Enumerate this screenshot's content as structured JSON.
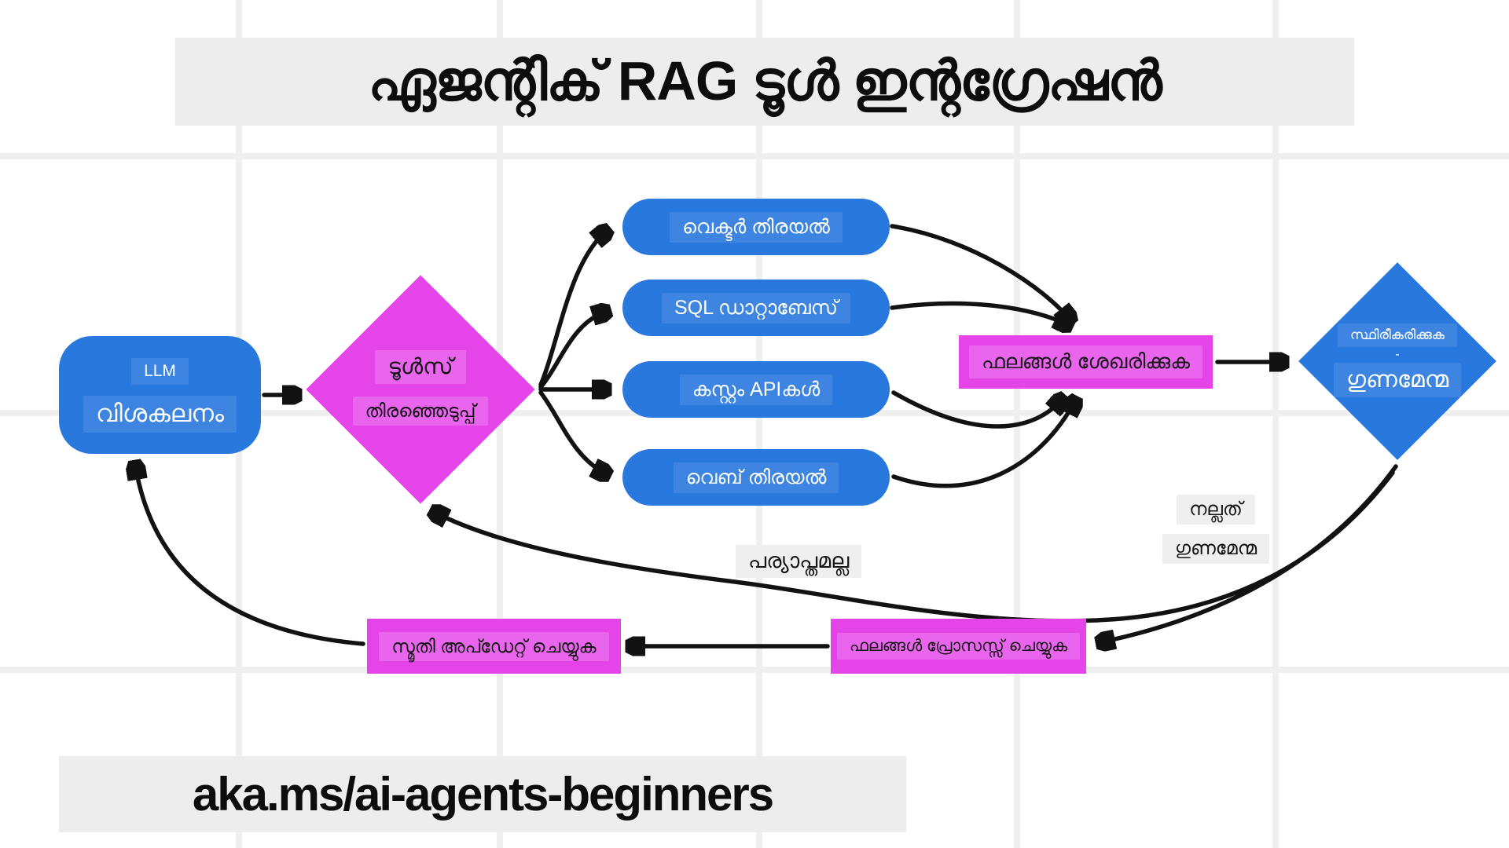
{
  "title": {
    "text": "ഏജന്റിക് RAG ടൂൾ ഇന്റഗ്രേഷൻ"
  },
  "footer": {
    "text": "aka.ms/ai-agents-beginners"
  },
  "colors": {
    "node_blue": "#2878DD",
    "node_magenta": "#E544E9",
    "banner_bg": "#EDEDED",
    "grid_line": "#EFEFEF",
    "label_chip_bg": "#EFEFEF",
    "arrow": "#121212",
    "text_on_blue": "#FFFFFF",
    "text_on_magenta": "#161616"
  },
  "nodes": {
    "llm": {
      "title": "LLM",
      "subtitle": "വിശകലനം"
    },
    "tool_selection": {
      "title": "ടൂൾസ്",
      "subtitle": "തിരഞ്ഞെടുപ്പ്"
    },
    "vector_search": {
      "label": "വെക്ടർ തിരയൽ"
    },
    "sql_database": {
      "label": "SQL ഡാറ്റാബേസ്"
    },
    "custom_apis": {
      "label": "കസ്റ്റം APIകൾ"
    },
    "web_search": {
      "label": "വെബ് തിരയൽ"
    },
    "collect_results": {
      "label": "ഫലങ്ങൾ ശേഖരിക്കുക"
    },
    "quality_check": {
      "title": "സ്ഥിരീകരിക്കുക",
      "separator": "-",
      "subtitle": "ഗുണമേന്മ"
    },
    "process_results": {
      "label": "ഫലങ്ങൾ പ്രോസസ്സ് ചെയ്യുക"
    },
    "update_memory": {
      "label": "സ്മൃതി അപ്ഡേറ്റ് ചെയ്യുക"
    }
  },
  "edge_labels": {
    "good_quality": {
      "line1": "നല്ലത്",
      "line2": "ഗുണമേന്മ"
    },
    "insufficient": {
      "label": "പര്യാപ്തമല്ല"
    }
  }
}
